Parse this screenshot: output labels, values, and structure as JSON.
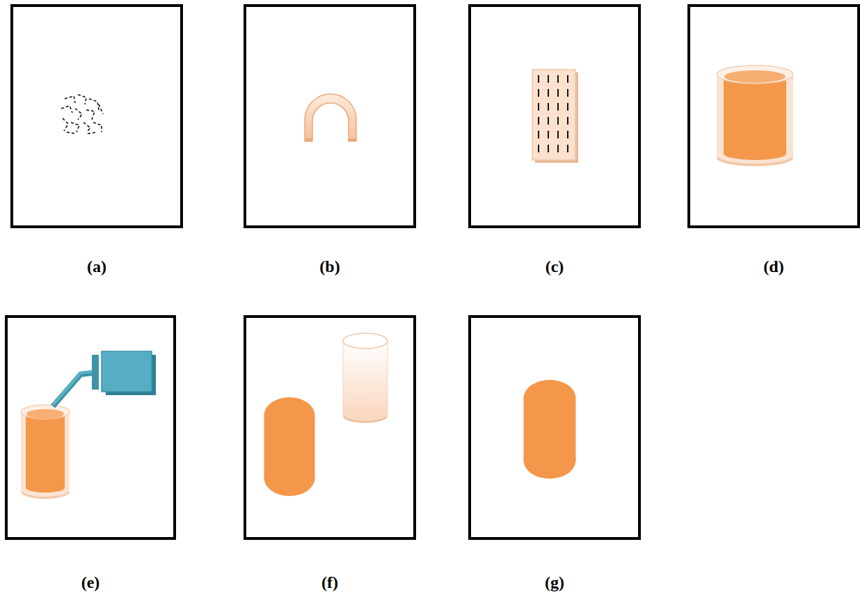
{
  "diagram": {
    "nodes": [
      {
        "text": [
          "(a)"
        ]
      },
      {
        "text": [
          "(b)"
        ]
      },
      {
        "text": [
          "(c)"
        ]
      },
      {
        "text": [
          "(d)"
        ]
      },
      {
        "text": [
          "(e)"
        ]
      },
      {
        "text": [
          "(f)"
        ]
      },
      {
        "text": [
          "(g)"
        ]
      }
    ]
  }
}
